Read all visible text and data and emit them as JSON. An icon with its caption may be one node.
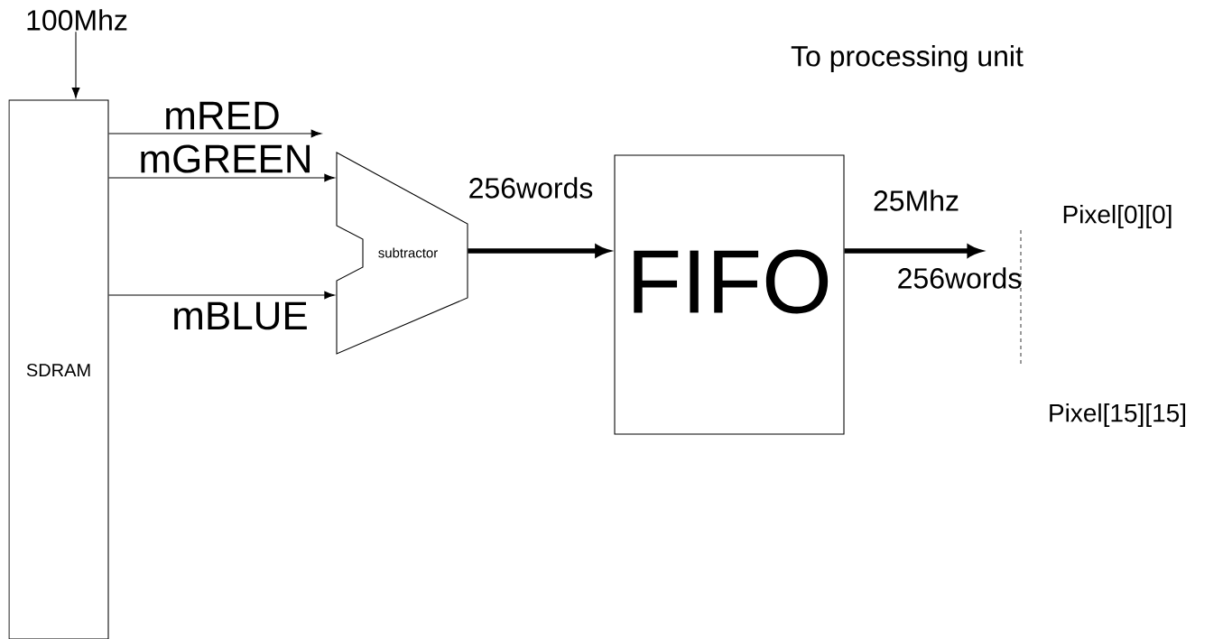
{
  "diagram": {
    "nodes": [
      {
        "text": [
          "SDRAM"
        ]
      },
      {
        "text": [
          "subtractor"
        ]
      },
      {
        "text": [
          "FIFO"
        ]
      },
      {
        "text": [
          "100Mhz"
        ]
      },
      {
        "text": [],
        "shape": "bar"
      }
    ],
    "edges": [
      {
        "from": 3,
        "to": 0,
        "arrow": "to"
      },
      {
        "from": 0,
        "to": null,
        "arrow": "to",
        "label": "mRED"
      },
      {
        "from": 0,
        "to": 1,
        "arrow": "to",
        "label": "mGREEN"
      },
      {
        "from": 0,
        "to": 1,
        "arrow": "to",
        "label": "mBLUE"
      },
      {
        "from": 1,
        "to": 2,
        "arrow": "to",
        "label": "256words",
        "style": "thick"
      },
      {
        "from": 2,
        "to": 4,
        "arrow": "to",
        "label": "25Mhz",
        "style": "thick"
      }
    ],
    "labels": [
      "To processing unit",
      "Pixel[0][0]",
      "256words",
      "Pixel[15][15]"
    ]
  }
}
